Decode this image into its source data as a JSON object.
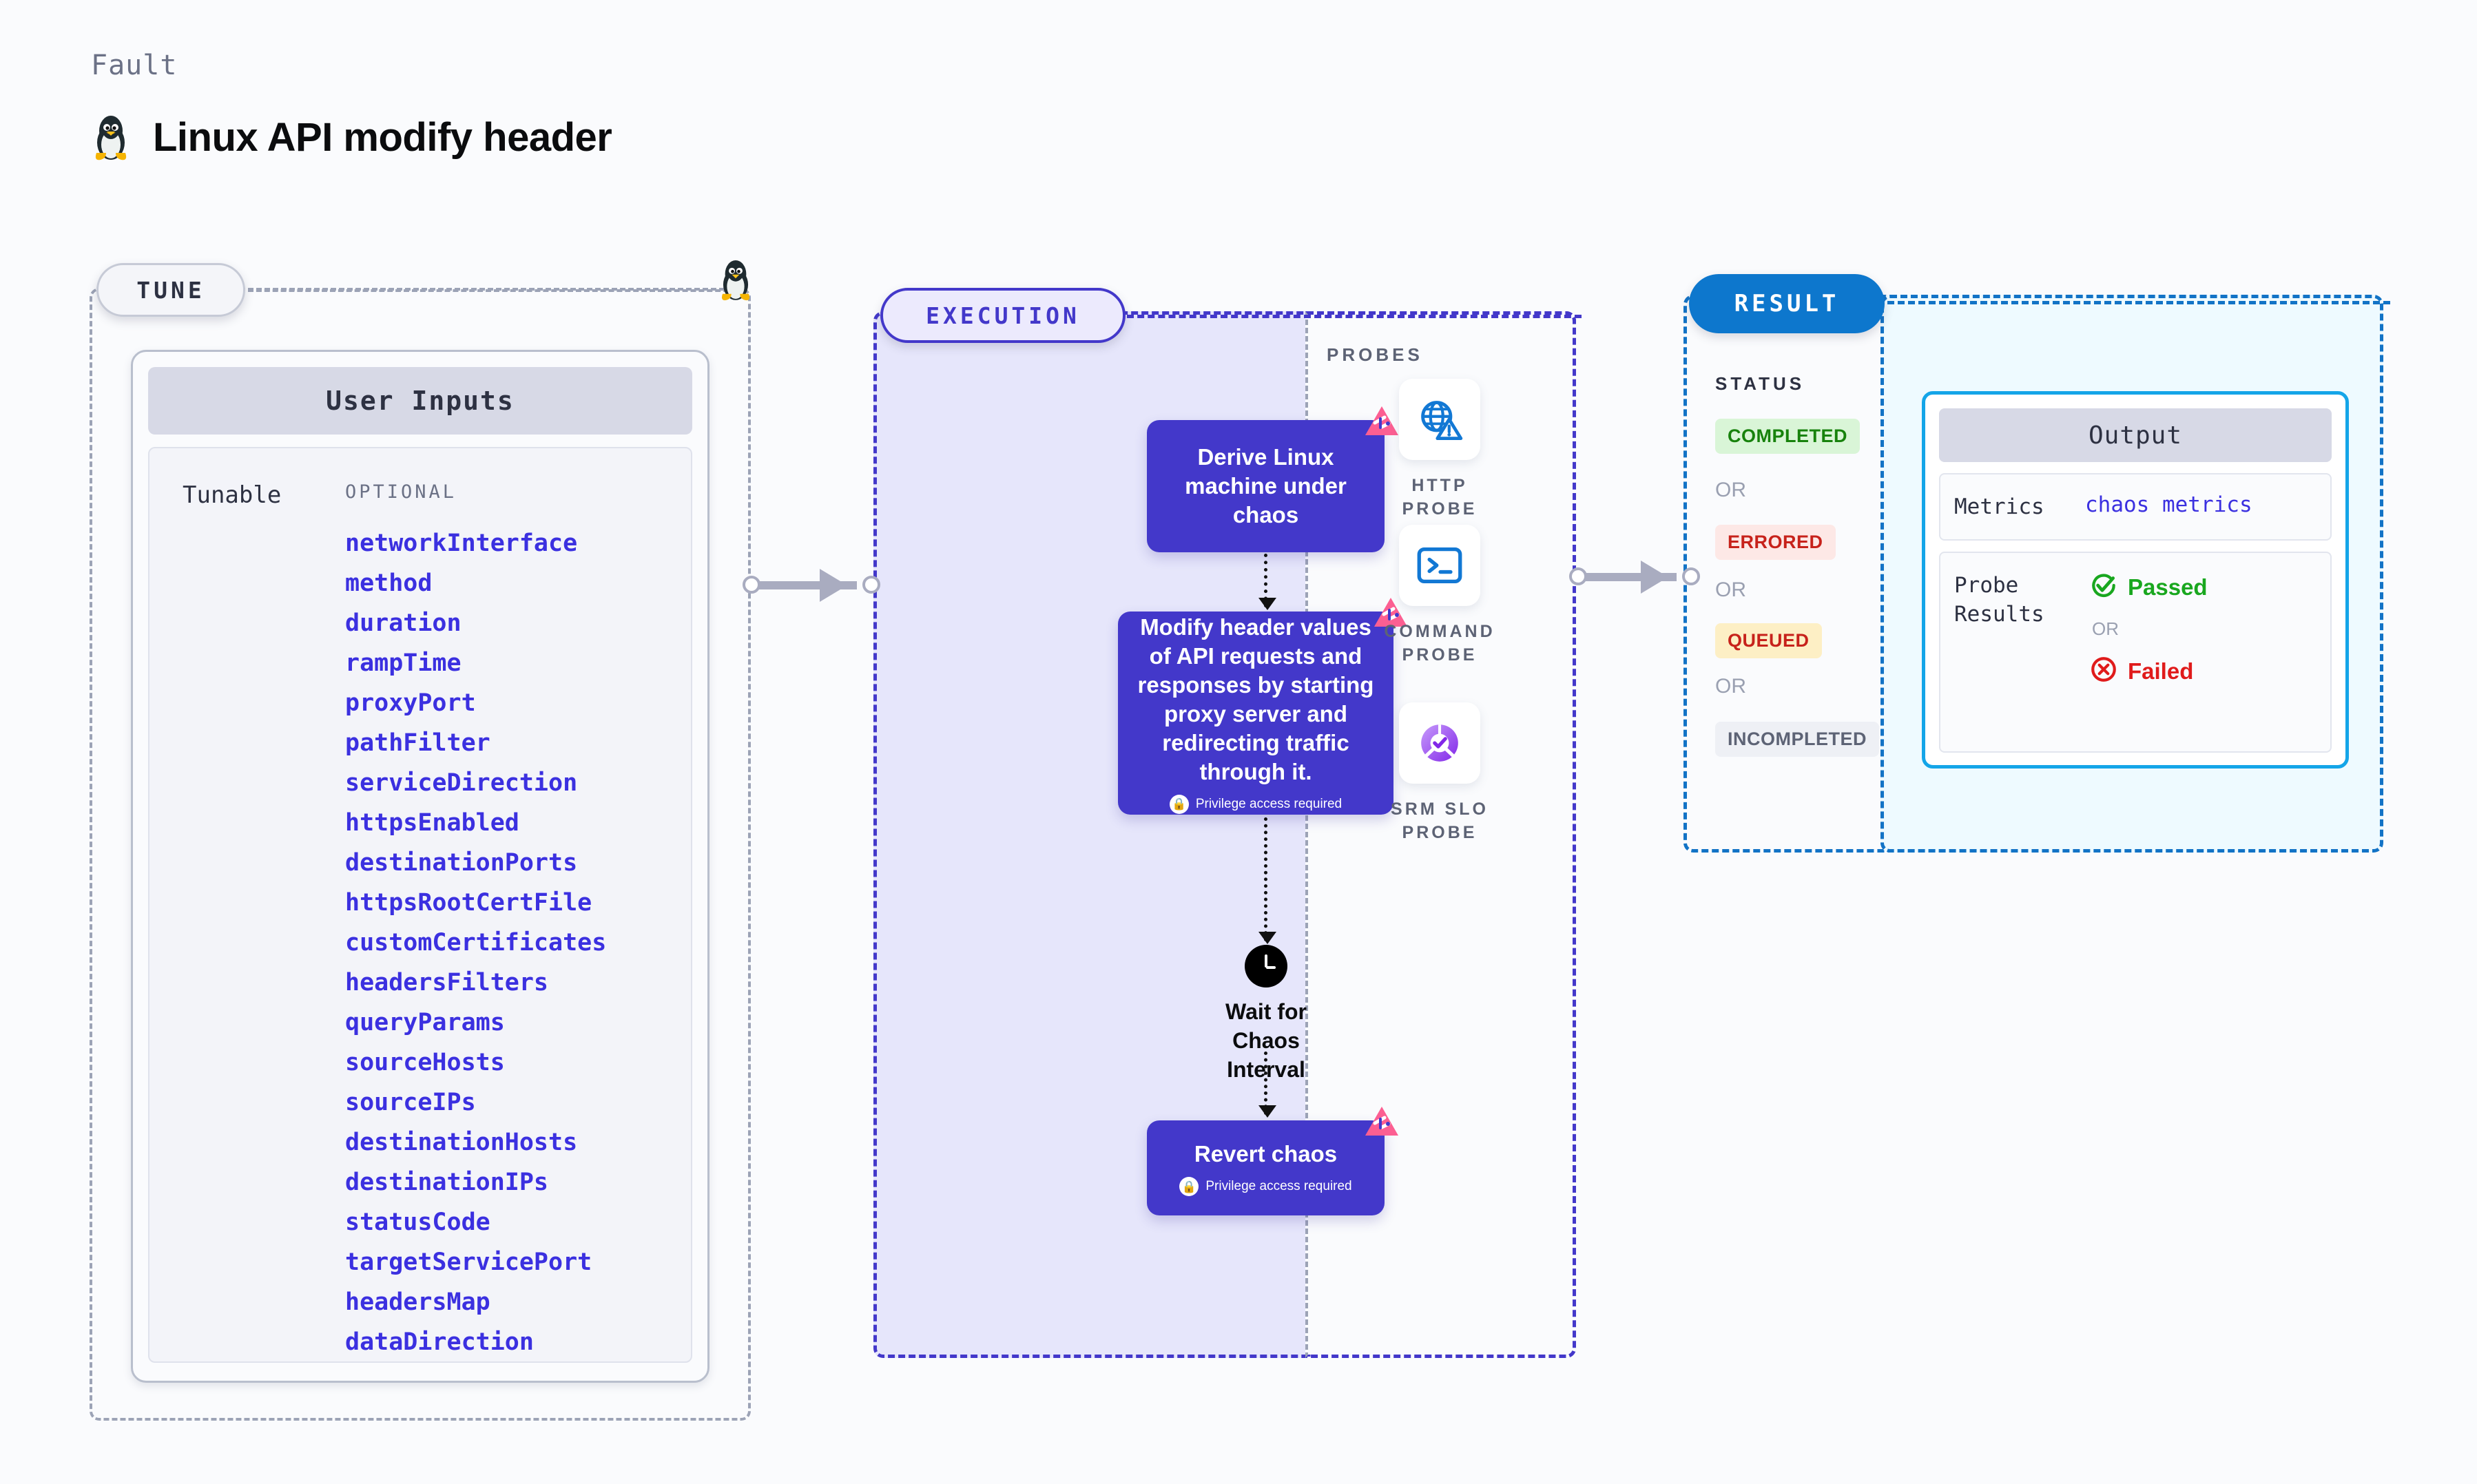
{
  "header": {
    "eyebrow": "Fault",
    "title": "Linux API modify header",
    "os_icon": "linux-penguin-icon"
  },
  "tune": {
    "pill_label": "TUNE",
    "card_title": "User Inputs",
    "tunable_label": "Tunable",
    "optional_label": "OPTIONAL",
    "parameters": [
      "networkInterface",
      "method",
      "duration",
      "rampTime",
      "proxyPort",
      "pathFilter",
      "serviceDirection",
      "httpsEnabled",
      "destinationPorts",
      "httpsRootCertFile",
      "customCertificates",
      "headersFilters",
      "queryParams",
      "sourceHosts",
      "sourceIPs",
      "destinationHosts",
      "destinationIPs",
      "statusCode",
      "targetServicePort",
      "headersMap",
      "dataDirection"
    ]
  },
  "execution": {
    "pill_label": "EXECUTION",
    "nodes": [
      {
        "text": "Derive Linux machine under chaos",
        "privilege": null,
        "badge": "litmus-badge-icon"
      },
      {
        "text": "Modify header values of API requests and responses by starting proxy server and redirecting traffic through it.",
        "privilege": "Privilege access required",
        "badge": "litmus-badge-icon"
      },
      {
        "text": "Revert chaos",
        "privilege": "Privilege access required",
        "badge": "litmus-badge-icon"
      }
    ],
    "wait": {
      "icon": "clock-icon",
      "label": "Wait for Chaos Interval"
    }
  },
  "probes": {
    "title": "PROBES",
    "items": [
      {
        "label": "HTTP PROBE",
        "icon": "globe-warning-icon"
      },
      {
        "label": "COMMAND PROBE",
        "icon": "terminal-icon"
      },
      {
        "label": "SRM SLO PROBE",
        "icon": "slo-donut-check-icon"
      }
    ]
  },
  "result": {
    "pill_label": "RESULT",
    "status_title": "STATUS",
    "or_label": "OR",
    "statuses": [
      {
        "label": "COMPLETED",
        "bg": "#d9f5d7",
        "fg": "#17820c"
      },
      {
        "label": "ERRORED",
        "bg": "#fde8e6",
        "fg": "#c7221b"
      },
      {
        "label": "QUEUED",
        "bg": "#fdefc5",
        "fg": "#c7221b"
      },
      {
        "label": "INCOMPLETED",
        "bg": "#eef0f5",
        "fg": "#5d6375"
      }
    ]
  },
  "output": {
    "title": "Output",
    "metrics_key": "Metrics",
    "metrics_value": "chaos metrics",
    "probe_results_key": "Probe Results",
    "passed_label": "Passed",
    "or_label": "OR",
    "failed_label": "Failed"
  },
  "colors": {
    "accent_purple": "#4338ca",
    "accent_blue": "#0d77cd",
    "accent_cyan": "#14a5e8",
    "pink_badge": "#fc5f92",
    "param_link": "#3b30e0",
    "page_bg": "#fafbfd"
  }
}
